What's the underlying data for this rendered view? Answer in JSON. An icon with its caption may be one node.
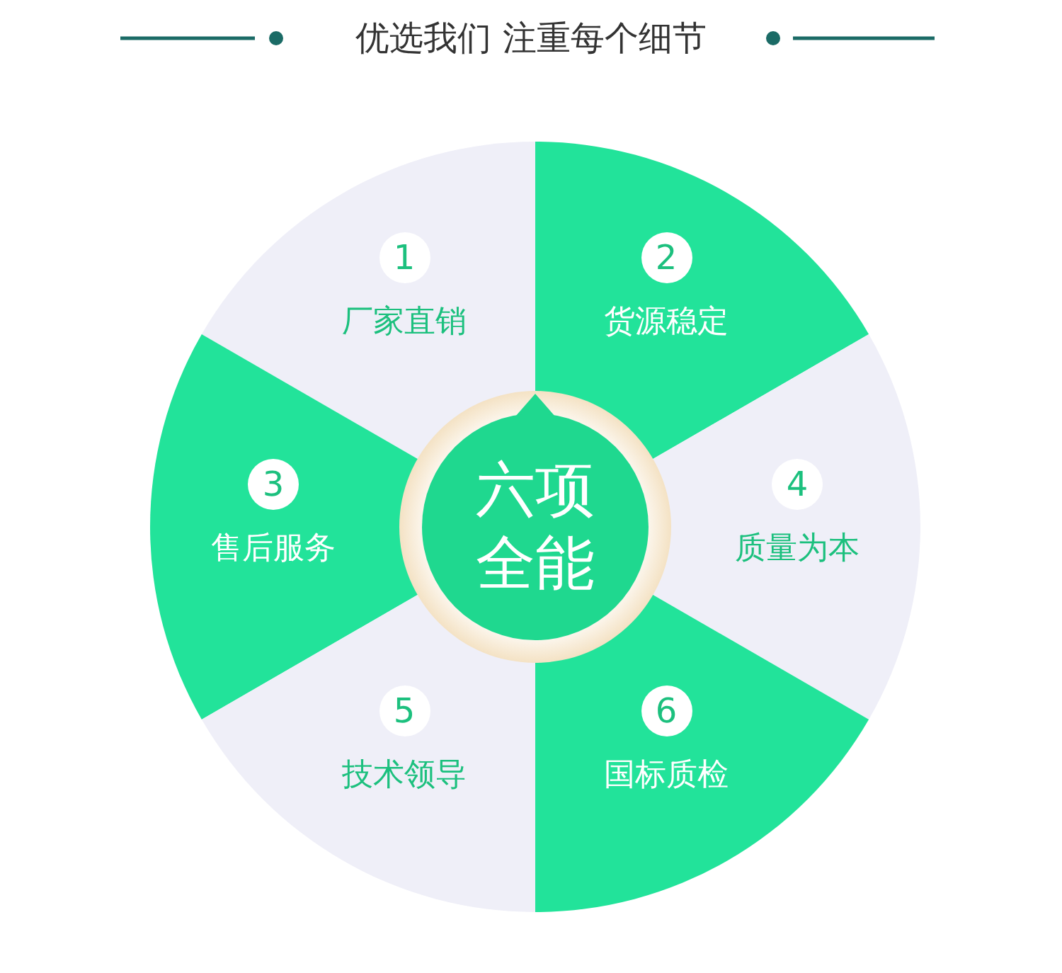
{
  "diagram": {
    "title": "优选我们 注重每个细节",
    "nodes": [
      {
        "text": [
          "1",
          "厂家直销"
        ]
      },
      {
        "text": [
          "2",
          "货源稳定"
        ]
      },
      {
        "text": [
          "3",
          "售后服务"
        ]
      },
      {
        "text": [
          "4",
          "质量为本"
        ]
      },
      {
        "text": [
          "5",
          "技术领导"
        ]
      },
      {
        "text": [
          "6",
          "国标质检"
        ]
      },
      {
        "text": [
          "六项全能"
        ]
      }
    ],
    "edges": []
  }
}
